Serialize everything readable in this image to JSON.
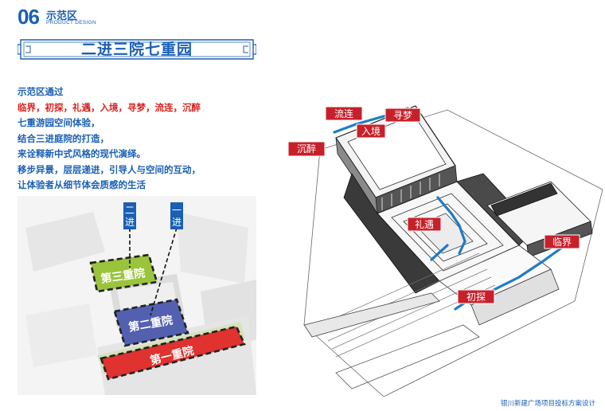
{
  "header": {
    "section_number": "06",
    "section_title": "示范区",
    "section_subtitle": "PRODUCT DESIGN"
  },
  "banner": {
    "title": "二进三院七重园"
  },
  "intro": {
    "lines": [
      {
        "text": "示范区通过",
        "color": "blue"
      },
      {
        "text": "临界，初探，礼遇，入境，寻梦，流连，沉醉",
        "color": "red"
      },
      {
        "text": "七重游园空间体验，",
        "color": "blue"
      },
      {
        "text": "结合三进庭院的打造，",
        "color": "blue"
      },
      {
        "text": "来诠释新中式风格的现代演绎。",
        "color": "blue"
      },
      {
        "text": "移步异景，层层递进，引导人与空间的互动，",
        "color": "blue"
      },
      {
        "text": "让体验者从细节体会质感的生活",
        "color": "blue"
      }
    ]
  },
  "left_diagram": {
    "jin_labels": [
      "二进",
      "一进"
    ],
    "courtyards": [
      "第三重院",
      "第二重院",
      "第一重院"
    ]
  },
  "right_diagram": {
    "labels": [
      "流连",
      "寻梦",
      "入境",
      "沉醉",
      "礼遇",
      "临界",
      "初探"
    ]
  },
  "footer": {
    "text": "银川新建广场项目投标方案设计"
  },
  "colors": {
    "primary_blue": "#1a5fb4",
    "accent_red": "#d9231f",
    "courtyard_green": "#9ac43c",
    "courtyard_purple": "#5360b0",
    "courtyard_red": "#e0322e",
    "path_blue": "#1f7cc4"
  }
}
